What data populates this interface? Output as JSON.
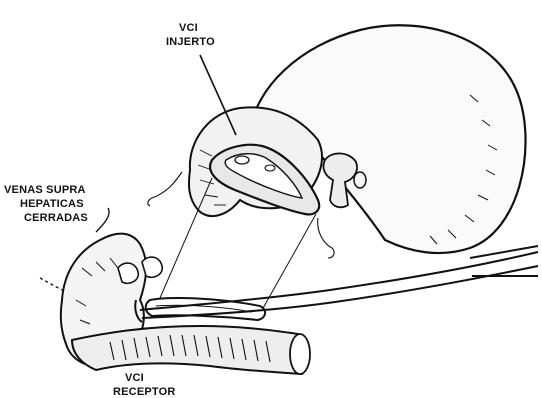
{
  "labels": {
    "graft_line1": "VCI",
    "graft_line2": "INJERTO",
    "veins_line1": "VENAS SUPRA",
    "veins_line2": "HEPATICAS",
    "veins_line3": "CERRADAS",
    "recipient_line1": "VCI",
    "recipient_line2": "RECEPTOR"
  }
}
